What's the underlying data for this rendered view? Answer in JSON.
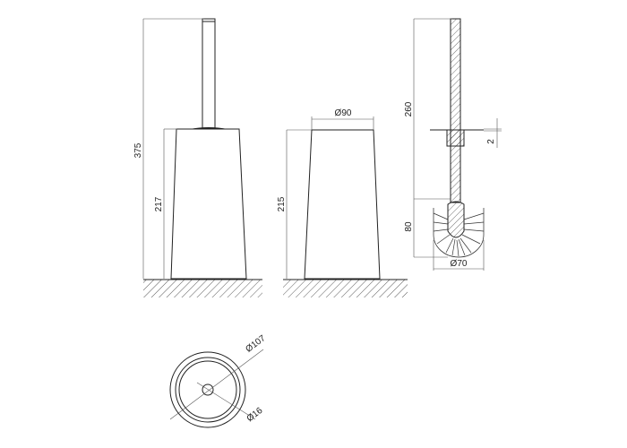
{
  "drawing": {
    "front_view": {
      "overall_height": "375",
      "body_height": "217"
    },
    "container_view": {
      "diameter": "Ø90",
      "height": "215"
    },
    "brush_view": {
      "handle_length": "260",
      "disc_thickness": "2",
      "head_height": "80",
      "head_diameter": "Ø70"
    },
    "plan_view": {
      "outer_diameter": "Ø107",
      "hole_diameter": "Ø16"
    }
  }
}
